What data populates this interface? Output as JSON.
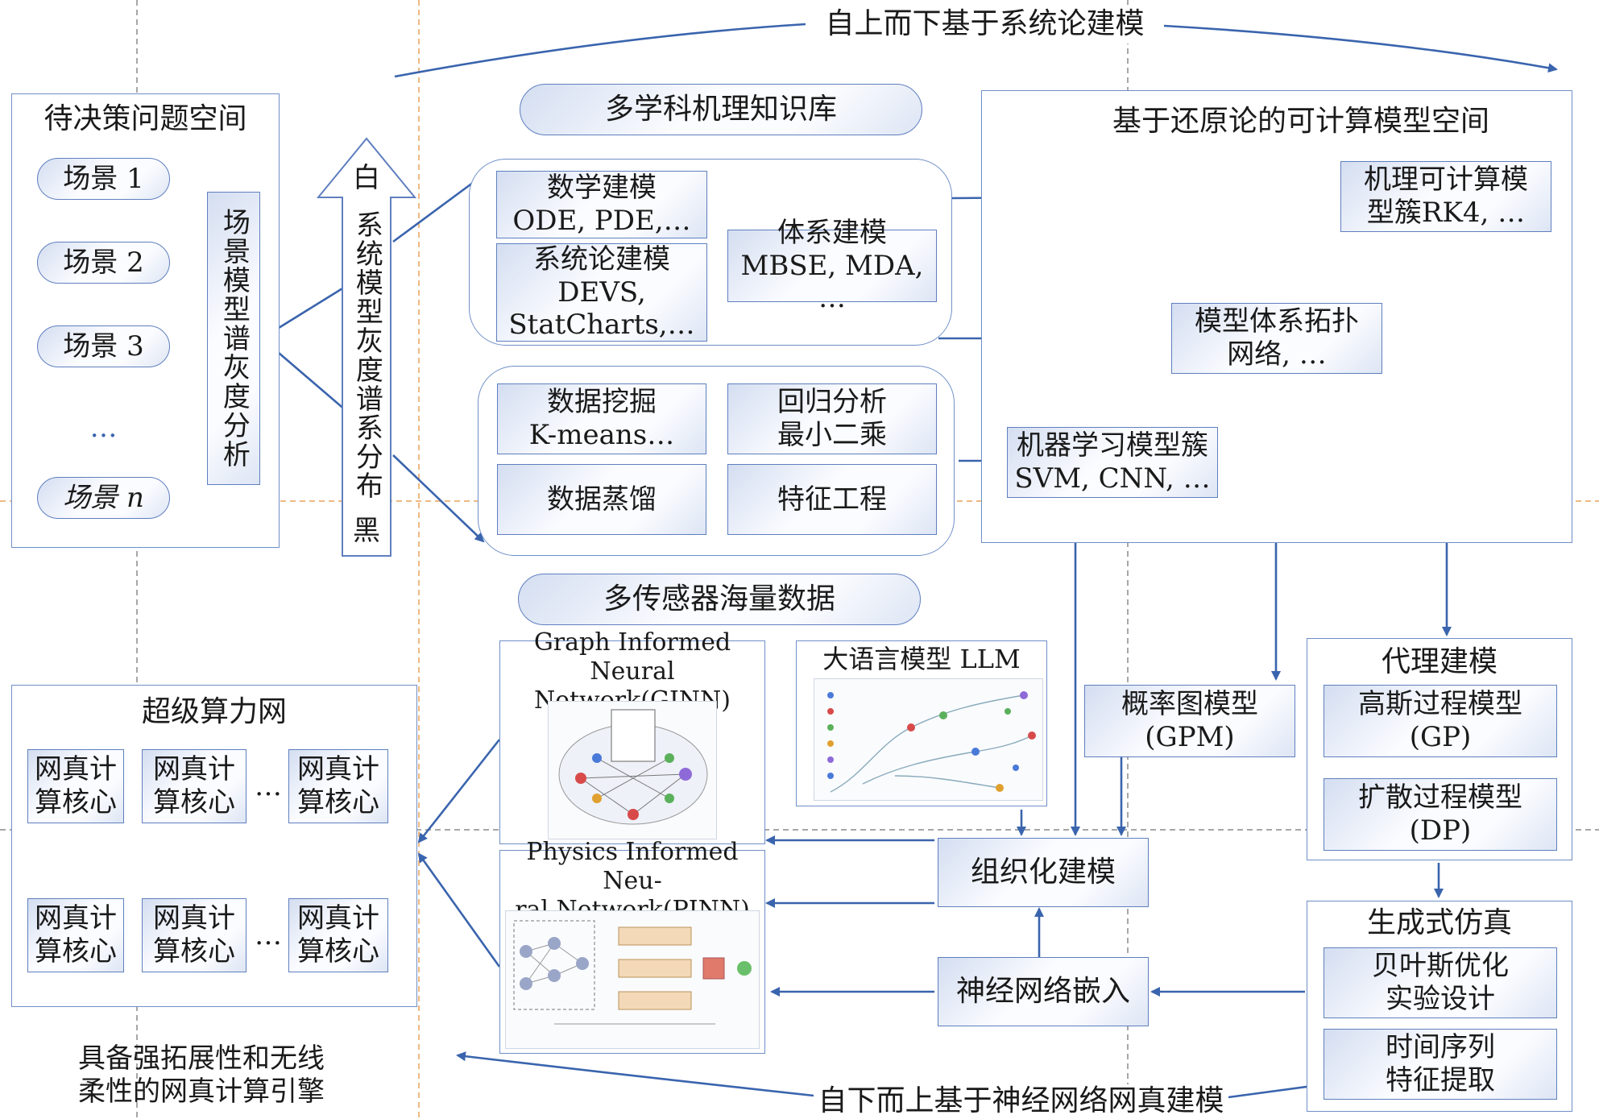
{
  "top_arrow_label": "自上而下基于系统论建模",
  "bottom_arrow_label": "自下而上基于神经网络网真建模",
  "problem_space": {
    "title": "待决策问题空间",
    "scenes": [
      "场景 1",
      "场景 2",
      "场景 3",
      "…",
      "场景 n"
    ],
    "spectrum_label": "场景模型谱灰度分析"
  },
  "gray_arrow": {
    "top": "白",
    "middle": "系统模型灰度谱系分布",
    "bottom": "黑"
  },
  "knowledge_base": {
    "title": "多学科机理知识库",
    "math": "数学建模\nODE, PDE,…",
    "system": "系统论建模\nDEVS,\nStatCharts,…",
    "architecture": "体系建模\nMBSE, MDA, …"
  },
  "data_group": {
    "mining": "数据挖掘\nK-means…",
    "regression": "回归分析\n最小二乘",
    "distill": "数据蒸馏",
    "feature": "特征工程"
  },
  "sensor_data": "多传感器海量数据",
  "model_space": {
    "title": "基于还原论的可计算模型空间",
    "mechanism": "机理可计算模\n型簇RK4, …",
    "topology": "模型体系拓扑\n网络, …",
    "ml": "机器学习模型簇\nSVM, CNN, …"
  },
  "gpm": "概率图模型\n(GPM)",
  "surrogate": {
    "title": "代理建模",
    "gp": "高斯过程模型\n(GP)",
    "dp": "扩散过程模型\n(DP)"
  },
  "generative": {
    "title": "生成式仿真",
    "bayes": "贝叶斯优化\n实验设计",
    "ts": "时间序列\n特征提取"
  },
  "organize": "组织化建模",
  "embed": "神经网络嵌入",
  "ginn": "Graph Informed Neural\nNetwork(GINN)",
  "pinn": "Physics Informed Neu-\nral Network(PINN)",
  "llm": "大语言模型 LLM",
  "super_net": {
    "title": "超级算力网",
    "core": "网真计\n算核心",
    "ellipsis": "…"
  },
  "engine_label": "具备强拓展性和无线\n柔性的网真计算引擎",
  "colors": {
    "arrow": "#3a64ad",
    "border": "#6f8fc7",
    "guide_gray": "#8a8a8a",
    "guide_orange": "#e8a25a"
  }
}
